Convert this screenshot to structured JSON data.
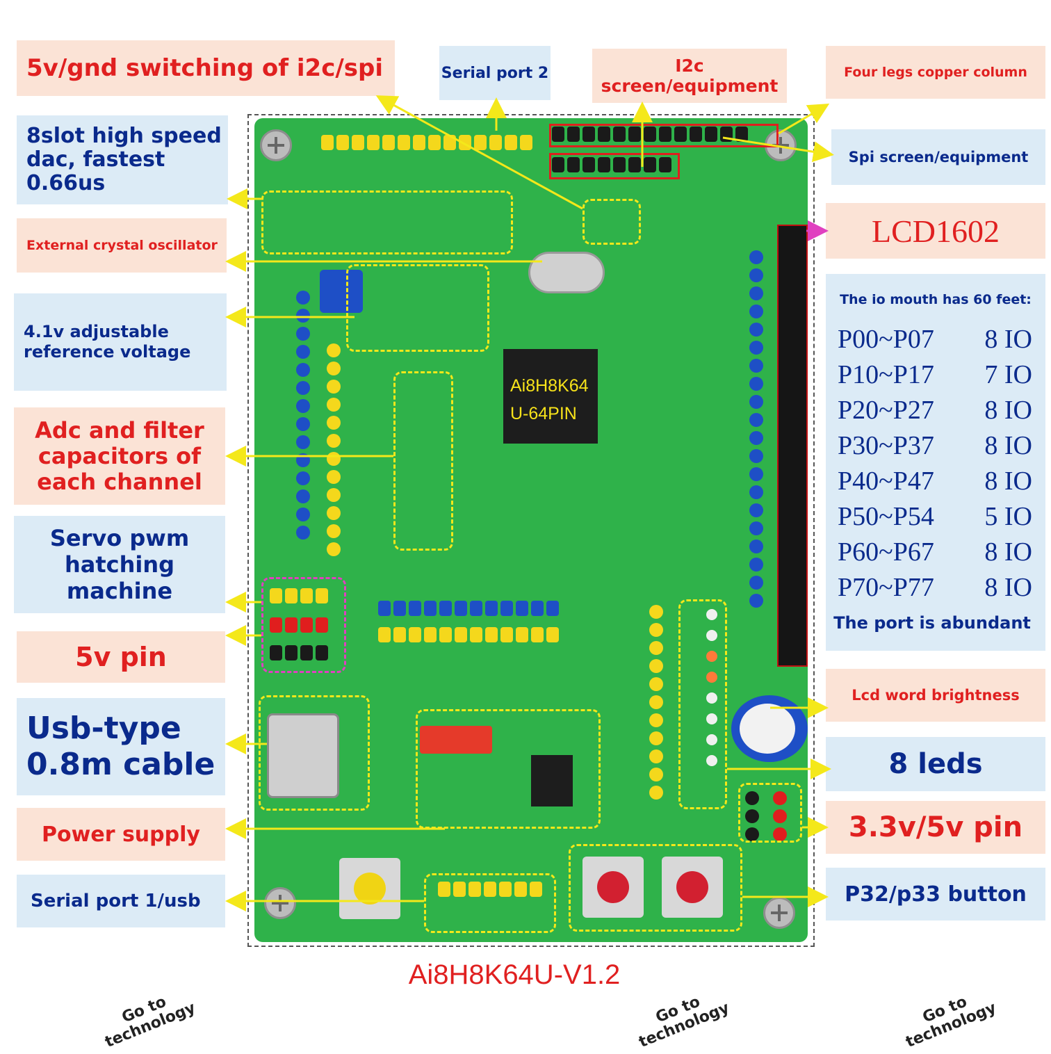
{
  "labels": {
    "gnd_switch": "5v/gnd switching of i2c/spi",
    "serial2": "Serial port 2",
    "i2c_screen": "I2c screen/equipment",
    "four_legs": "Four legs copper column",
    "dac": "8slot high speed dac, fastest 0.66us",
    "spi_screen": "Spi screen/equipment",
    "crystal": "External crystal oscillator",
    "lcd1602": "LCD1602",
    "ref_voltage": "4.1v adjustable reference voltage",
    "adc": "Adc and filter capacitors of each channel",
    "servo": "Servo pwm hatching machine",
    "pin5v": "5v pin",
    "usb_type": "Usb-type 0.8m cable",
    "power": "Power supply",
    "serial1": "Serial port 1/usb",
    "lcd_brightness": "Lcd word brightness",
    "leds": "8 leds",
    "pin33_5v": "3.3v/5v pin",
    "buttons": "P32/p33 button",
    "version": "Ai8H8K64U-V1.2"
  },
  "chip": {
    "line1": "Ai8H8K64",
    "line2": "U-64PIN"
  },
  "io": {
    "heading": "The io mouth has 60 feet:",
    "rows": [
      {
        "range": "P00~P07",
        "count": "8 IO"
      },
      {
        "range": "P10~P17",
        "count": "7 IO"
      },
      {
        "range": "P20~P27",
        "count": "8 IO"
      },
      {
        "range": "P30~P37",
        "count": "8 IO"
      },
      {
        "range": "P40~P47",
        "count": "8 IO"
      },
      {
        "range": "P50~P54",
        "count": "5 IO"
      },
      {
        "range": "P60~P67",
        "count": "8 IO"
      },
      {
        "range": "P70~P77",
        "count": "8 IO"
      }
    ],
    "footer": "The port is abundant"
  },
  "watermarks": [
    "Go to technology",
    "Go to technology",
    "Go to technology"
  ],
  "colors": {
    "label_red": "#e02020",
    "label_navy": "#0a2a8c",
    "box_pink": "#fbe3d6",
    "box_blue": "#dcebf6",
    "pcb_green": "#2fb24a",
    "arrow_yellow": "#f4e81a"
  }
}
